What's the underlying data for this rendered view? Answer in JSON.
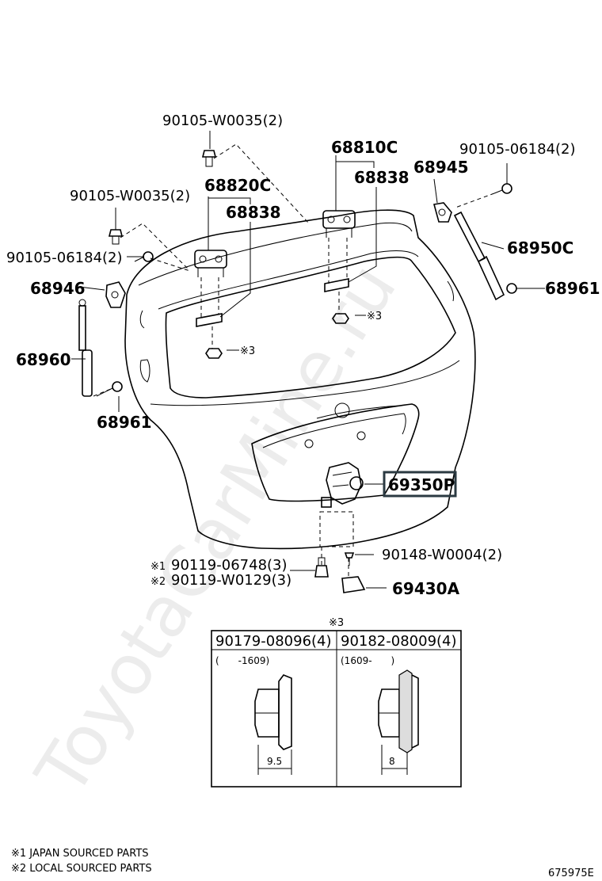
{
  "parts": {
    "p_90105_w0035_top": "90105-W0035(2)",
    "p_68810c": "68810C",
    "p_90105_06184_right": "90105-06184(2)",
    "p_68945": "68945",
    "p_68838_right": "68838",
    "p_68820c": "68820C",
    "p_68838_left": "68838",
    "p_90105_w0035_left": "90105-W0035(2)",
    "p_90105_06184_left": "90105-06184(2)",
    "p_68950c": "68950C",
    "p_68946": "68946",
    "p_68961_right": "68961",
    "p_note3_right": "※3",
    "p_68960": "68960",
    "p_note3_left": "※3",
    "p_68961_left": "68961",
    "p_69350p": "69350P",
    "p_90148_w0004": "90148-W0004(2)",
    "p_mark1": "※1",
    "p_90119_06748": "90119-06748(3)",
    "p_mark2": "※2",
    "p_90119_w0129": "90119-W0129(3)",
    "p_69430a": "69430A"
  },
  "detail": {
    "heading": "※3",
    "left_part": "90179-08096(4)",
    "left_range": "(  -1609)",
    "left_dim": "9.5",
    "right_part": "90182-08009(4)",
    "right_range": "(1609-  )",
    "right_dim": "8"
  },
  "footnotes": {
    "note1": "※1 JAPAN SOURCED PARTS",
    "note2": "※2 LOCAL SOURCED PARTS"
  },
  "figure_id": "675975E",
  "watermark": "ToyotaCarMine.ru",
  "colors": {
    "line": "#000000",
    "highlight_border": "#2b3a42"
  }
}
